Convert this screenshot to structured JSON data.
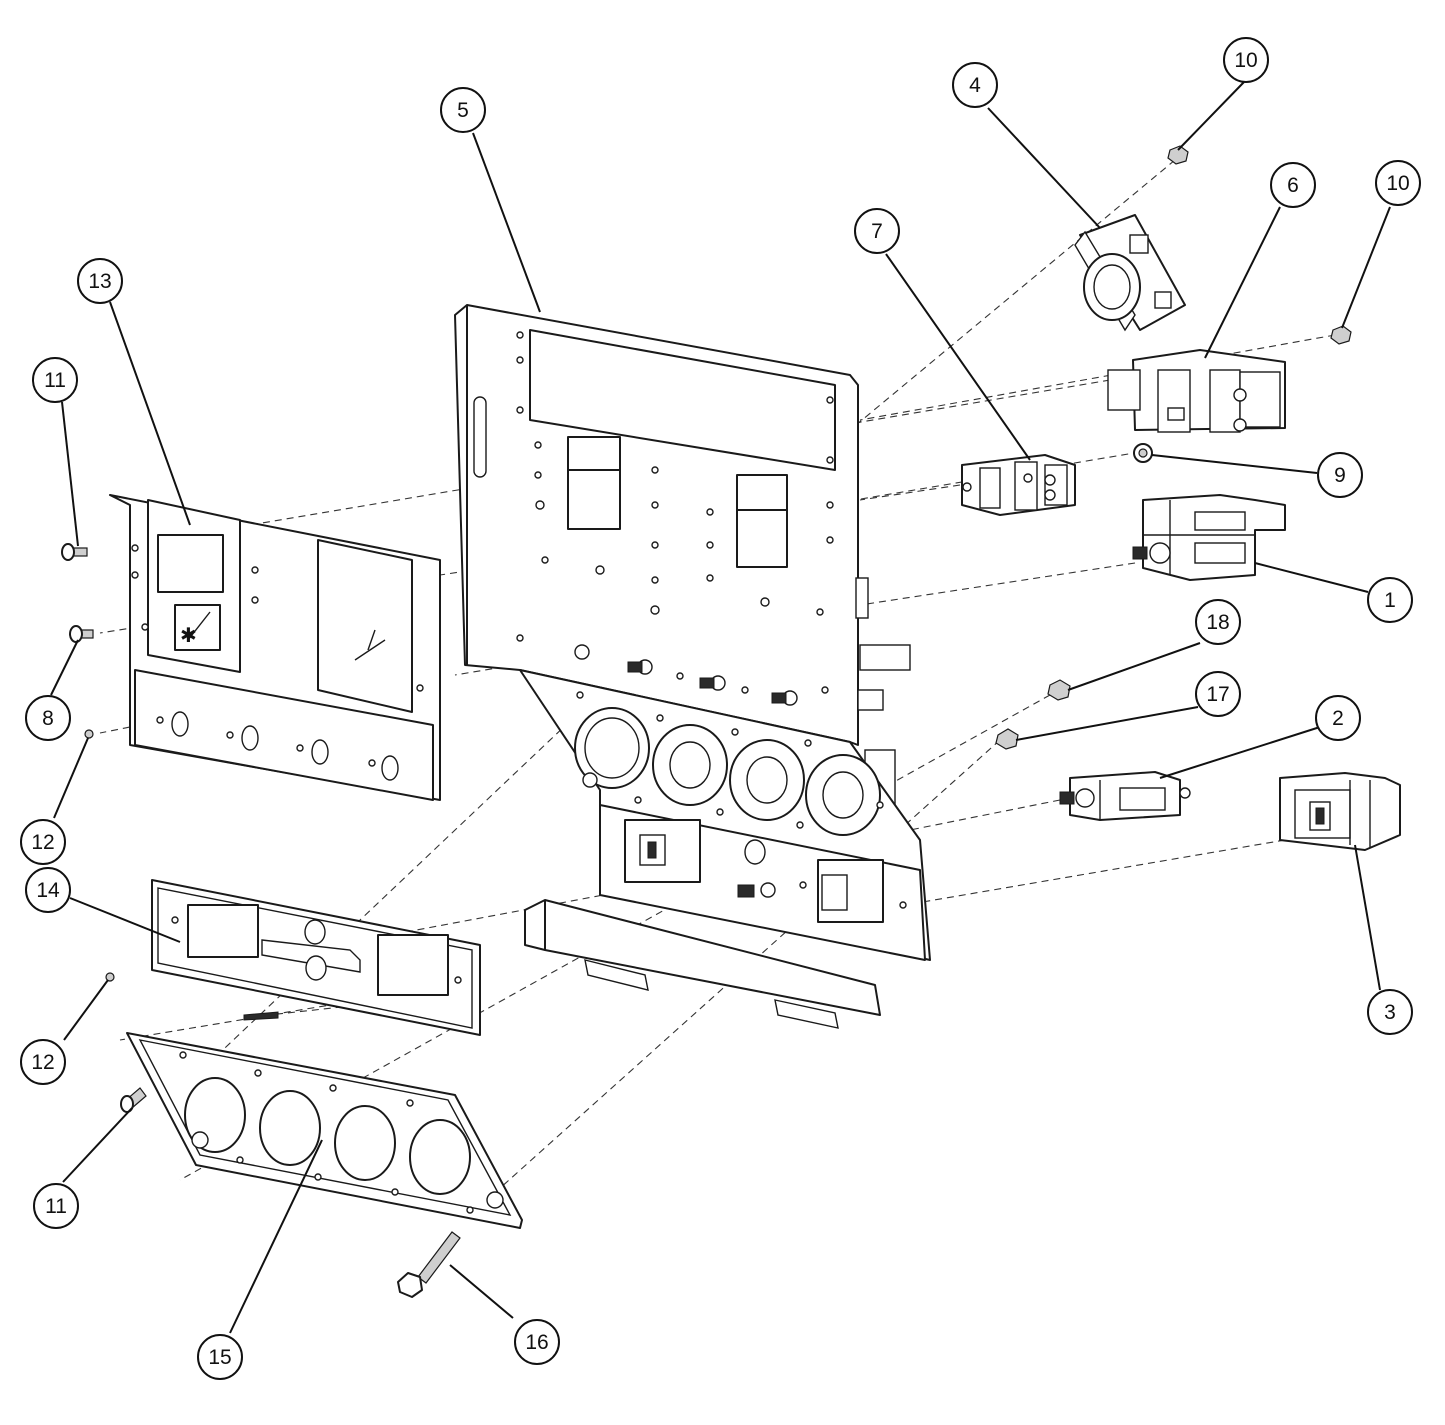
{
  "diagram": {
    "callouts": [
      {
        "id": "c1",
        "label": "1"
      },
      {
        "id": "c2",
        "label": "2"
      },
      {
        "id": "c3",
        "label": "3"
      },
      {
        "id": "c4",
        "label": "4"
      },
      {
        "id": "c5",
        "label": "5"
      },
      {
        "id": "c6",
        "label": "6"
      },
      {
        "id": "c7",
        "label": "7"
      },
      {
        "id": "c8",
        "label": "8"
      },
      {
        "id": "c9",
        "label": "9"
      },
      {
        "id": "c10a",
        "label": "10"
      },
      {
        "id": "c10b",
        "label": "10"
      },
      {
        "id": "c11a",
        "label": "11"
      },
      {
        "id": "c11b",
        "label": "11"
      },
      {
        "id": "c12a",
        "label": "12"
      },
      {
        "id": "c12b",
        "label": "12"
      },
      {
        "id": "c13",
        "label": "13"
      },
      {
        "id": "c14",
        "label": "14"
      },
      {
        "id": "c15",
        "label": "15"
      },
      {
        "id": "c16",
        "label": "16"
      },
      {
        "id": "c17",
        "label": "17"
      },
      {
        "id": "c18",
        "label": "18"
      }
    ],
    "colors": {
      "line": "#1a1a1a",
      "background": "#ffffff"
    }
  }
}
